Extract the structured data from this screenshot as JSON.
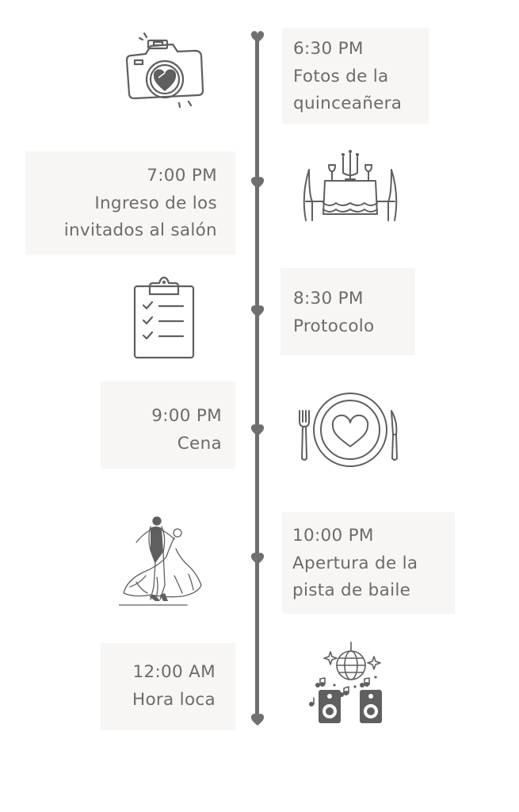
{
  "colors": {
    "line": "#6f6f6f",
    "box_bg": "#f7f6f4",
    "text": "#6b6b6b",
    "icon": "#5f5f5f"
  },
  "events": [
    {
      "time": "6:30 PM",
      "title_lines": [
        "Fotos de la",
        "quinceañera"
      ],
      "icon": "camera-heart-icon",
      "side": "right"
    },
    {
      "time": "7:00 PM",
      "title_lines": [
        "Ingreso de los",
        "invitados al salón"
      ],
      "icon": "banquet-table-icon",
      "side": "left"
    },
    {
      "time": "8:30 PM",
      "title_lines": [
        "Protocolo"
      ],
      "icon": "clipboard-checklist-icon",
      "side": "right"
    },
    {
      "time": "9:00 PM",
      "title_lines": [
        "Cena"
      ],
      "icon": "dinner-plate-heart-icon",
      "side": "left"
    },
    {
      "time": "10:00 PM",
      "title_lines": [
        "Apertura de la",
        "pista de baile"
      ],
      "icon": "dancing-couple-icon",
      "side": "right"
    },
    {
      "time": "12:00 AM",
      "title_lines": [
        "Hora loca"
      ],
      "icon": "disco-ball-speakers-icon",
      "side": "left"
    }
  ]
}
